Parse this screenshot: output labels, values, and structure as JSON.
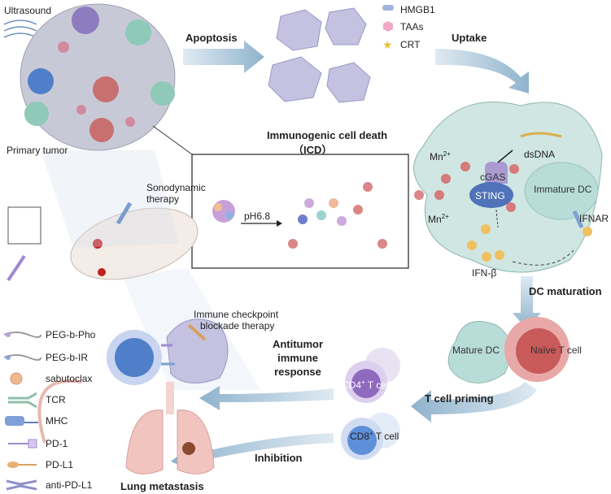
{
  "labels": {
    "ultrasound": "Ultrasound",
    "primary_tumor": "Primary tumor",
    "apoptosis": "Apoptosis",
    "hmgb1": "HMGB1",
    "taas": "TAAs",
    "crt": "CRT",
    "uptake": "Uptake",
    "icd_line1": "Immunogenic cell death",
    "icd_line2": "（ICD）",
    "mn_top": "Mn",
    "mn_side": "Mn",
    "mn_charge": "2+",
    "dsdna": "dsDNA",
    "cgas": "cGAS",
    "sting": "STING",
    "immature_dc": "Immature DC",
    "ifnar": "IFNAR",
    "ifn_beta": "IFN-β",
    "ph": "pH6.8",
    "sdt_line1": "Sonodynamic",
    "sdt_line2": "therapy",
    "dc_maturation": "DC maturation",
    "icb_line1": "Immune checkpoint",
    "icb_line2": "blockade therapy",
    "mature_dc": "Mature DC",
    "naive_t": "Naïve T cell",
    "antitumor_1": "Antitumor",
    "antitumor_2": "immune",
    "antitumor_3": "response",
    "cd4": "CD4",
    "cd8": "CD8",
    "t_cell_suffix": " T cell",
    "plus": "+",
    "t_cell_priming": "T cell priming",
    "inhibition": "Inhibition",
    "lung_metastasis": "Lung metastasis"
  },
  "legend": [
    {
      "label": "PEG-b-Pho",
      "icon": "peg-b-pho-polymer"
    },
    {
      "label": "PEG-b-IR",
      "icon": "peg-b-ir-polymer"
    },
    {
      "label": "sabutoclax",
      "icon": "sabutoclax-sphere"
    },
    {
      "label": "TCR",
      "icon": "tcr-receptor"
    },
    {
      "label": "MHC",
      "icon": "mhc-molecule"
    },
    {
      "label": "PD-1",
      "icon": "pd1-receptor"
    },
    {
      "label": "PD-L1",
      "icon": "pdl1-ligand"
    },
    {
      "label": "anti-PD-L1",
      "icon": "anti-pdl1-antibody"
    }
  ],
  "colors": {
    "arrow": "#8fb3cc",
    "dc_cell": "#cfe6e2",
    "cgas": "#a99bd1",
    "sting": "#4f72b8",
    "mn": "#d67a7a",
    "ifn": "#f0c060",
    "tumor": "#c8c9d6",
    "lung": "#f2c4c0"
  }
}
